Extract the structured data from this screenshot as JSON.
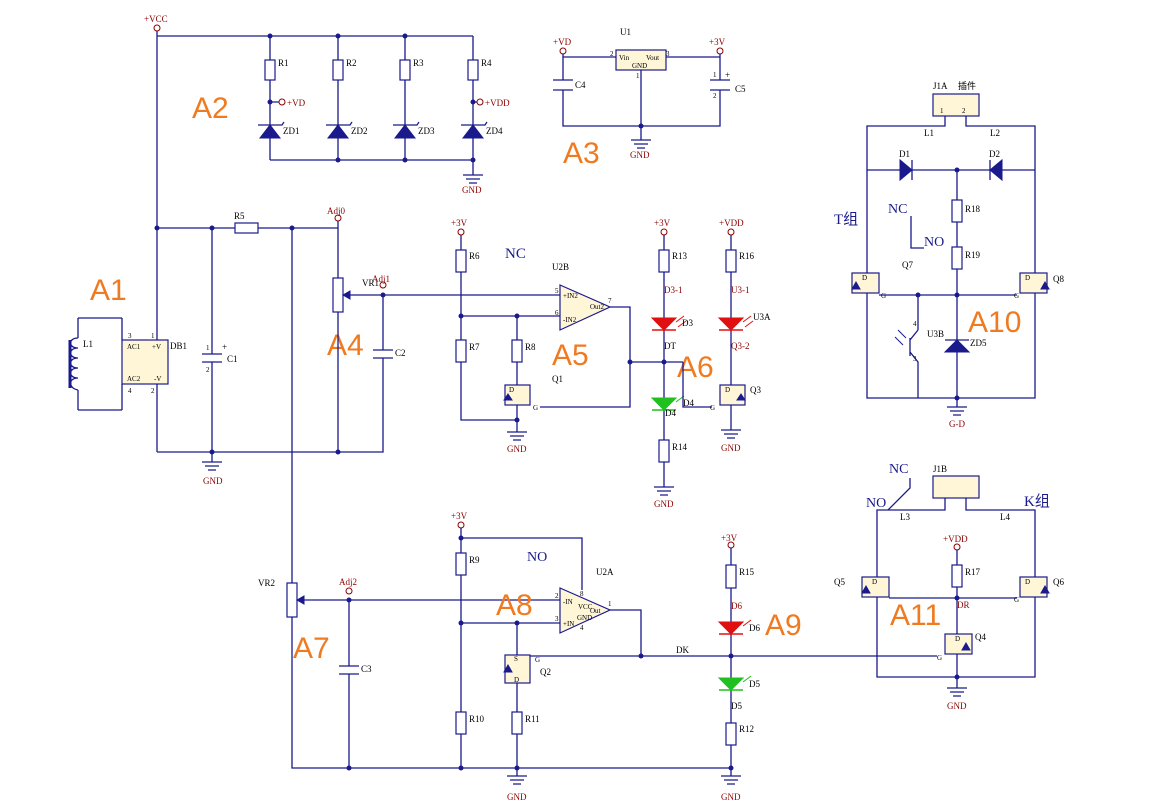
{
  "sections": [
    "A1",
    "A2",
    "A3",
    "A4",
    "A5",
    "A6",
    "A7",
    "A8",
    "A9",
    "A10",
    "A11"
  ],
  "power": {
    "vcc": "+VCC",
    "vd": "+VD",
    "vdd": "+VDD",
    "v3": "+3V",
    "gnd": "GND",
    "gd": "G-D"
  },
  "notes": {
    "nc": "NC",
    "no": "NO",
    "t_group": "T组",
    "k_group": "K组",
    "plugin": "插件"
  },
  "parts": {
    "L1": "L1",
    "DB1": "DB1",
    "AC1": "AC1",
    "AC2": "AC2",
    "pV": "+V",
    "mV": "-V",
    "C1": "C1",
    "C2": "C2",
    "C3": "C3",
    "C4": "C4",
    "C5": "C5",
    "R1": "R1",
    "R2": "R2",
    "R3": "R3",
    "R4": "R4",
    "R5": "R5",
    "R6": "R6",
    "R7": "R7",
    "R8": "R8",
    "R9": "R9",
    "R10": "R10",
    "R11": "R11",
    "R12": "R12",
    "R13": "R13",
    "R14": "R14",
    "R15": "R15",
    "R16": "R16",
    "R17": "R17",
    "R18": "R18",
    "R19": "R19",
    "ZD1": "ZD1",
    "ZD2": "ZD2",
    "ZD3": "ZD3",
    "ZD4": "ZD4",
    "ZD5": "ZD5",
    "U1": "U1",
    "Vin": "Vin",
    "Vout": "Vout",
    "U1GND": "GND",
    "VR1": "VR1",
    "VR2": "VR2",
    "Adj0": "Adj0",
    "Adj1": "Adj1",
    "Adj2": "Adj2",
    "U2B": "U2B",
    "U2A": "U2A",
    "U3A": "U3A",
    "U3B": "U3B",
    "Q1": "Q1",
    "Q2": "Q2",
    "Q3": "Q3",
    "Q4": "Q4",
    "Q5": "Q5",
    "Q6": "Q6",
    "Q7": "Q7",
    "Q8": "Q8",
    "D1": "D1",
    "D2": "D2",
    "D3": "D3",
    "D4": "D4",
    "D5": "D5",
    "D6": "D6",
    "J1A": "J1A",
    "J1B": "J1B",
    "L1c": "L1",
    "L2": "L2",
    "L3": "L3",
    "L4": "L4",
    "DT": "DT",
    "DK": "DK",
    "DR": "DR",
    "D3_1": "D3-1",
    "U3_1": "U3-1",
    "Q3_2": "Q3-2",
    "in_p2": "+IN2",
    "in_m2": "-IN2",
    "out2": "Out2",
    "in_m1": "-IN",
    "in_p1": "+IN",
    "out1": "Out",
    "vcc_pin": "VCC",
    "gnd_pin": "GND",
    "S": "S",
    "D": "D"
  }
}
